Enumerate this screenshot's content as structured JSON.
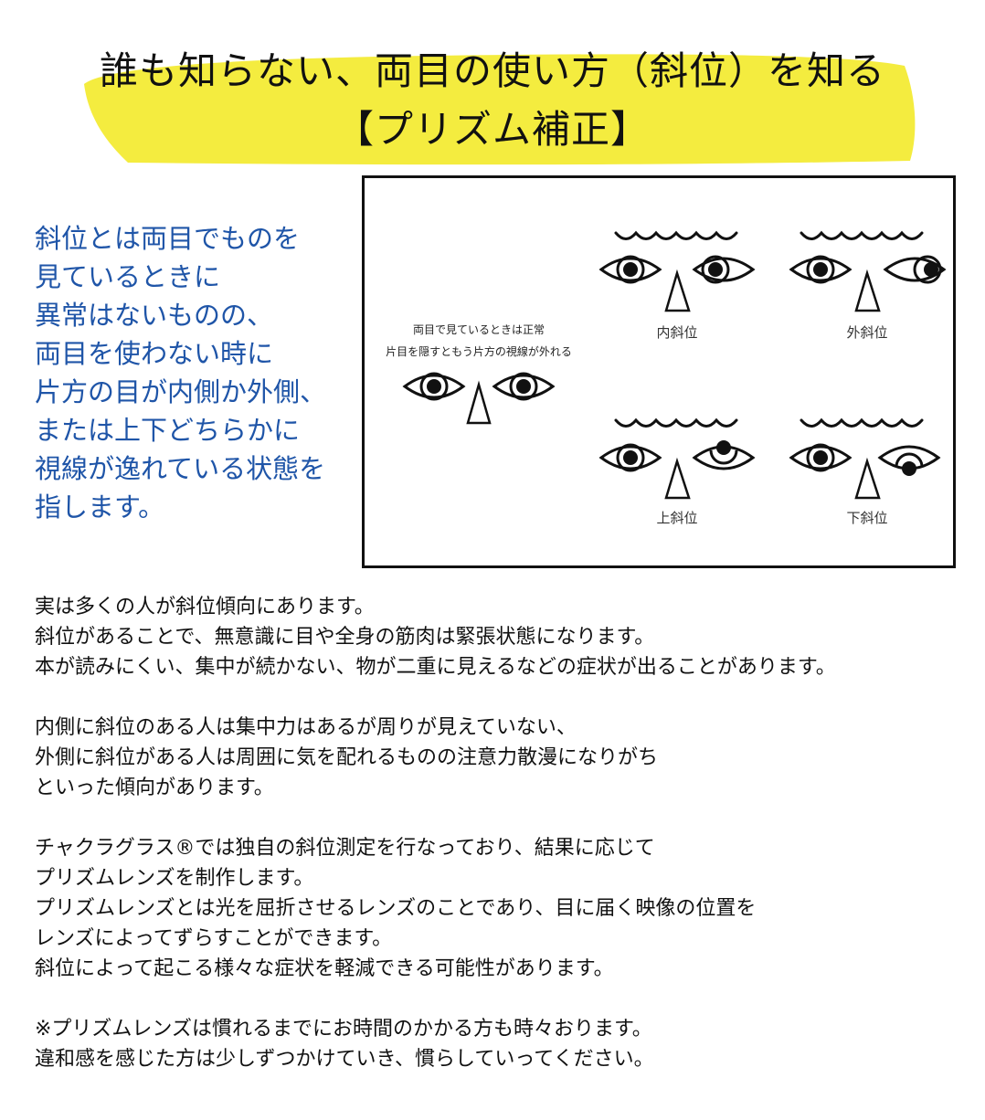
{
  "title": {
    "line1": "誰も知らない、両目の使い方（斜位）を知る",
    "line2": "【プリズム補正】",
    "highlight_color": "#f4ec3f"
  },
  "intro": {
    "color": "#1f55a8",
    "lines": [
      "斜位とは両目でものを",
      "見ているときに",
      "異常はないものの、",
      "両目を使わない時に",
      "片方の目が内側か外側、",
      "または上下どちらかに",
      "視線が逸れている状態を",
      "指します。"
    ]
  },
  "diagram": {
    "normal_caption_1": "両目で見ているときは正常",
    "normal_caption_2": "片目を隠すともう片方の視線が外れる",
    "labels": {
      "inner": "内斜位",
      "outer": "外斜位",
      "upper": "上斜位",
      "lower": "下斜位"
    }
  },
  "body": {
    "paragraphs": [
      [
        "実は多くの人が斜位傾向にあります。",
        "斜位があることで、無意識に目や全身の筋肉は緊張状態になります。",
        "本が読みにくい、集中が続かない、物が二重に見えるなどの症状が出ることがあります。"
      ],
      [
        "内側に斜位のある人は集中力はあるが周りが見えていない、",
        "外側に斜位がある人は周囲に気を配れるものの注意力散漫になりがち",
        "といった傾向があります。"
      ],
      [
        "チャクラグラス®では独自の斜位測定を行なっており、結果に応じて",
        "プリズムレンズを制作します。",
        "プリズムレンズとは光を屈折させるレンズのことであり、目に届く映像の位置を",
        "レンズによってずらすことができます。",
        "斜位によって起こる様々な症状を軽減できる可能性があります。"
      ],
      [
        "※プリズムレンズは慣れるまでにお時間のかかる方も時々おります。",
        "違和感を感じた方は少しずつかけていき、慣らしていってください。"
      ]
    ]
  }
}
